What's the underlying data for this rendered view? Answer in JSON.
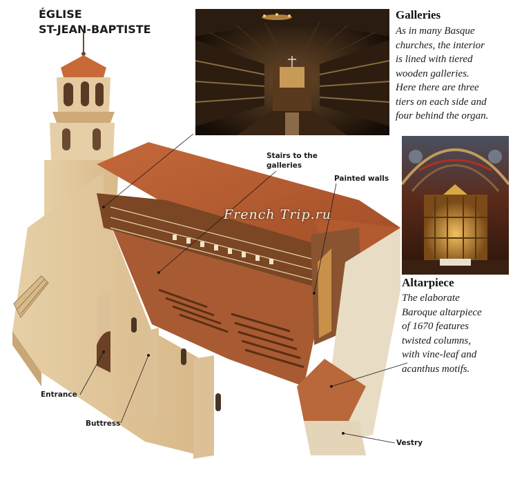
{
  "title": {
    "line1": "ÉGLISE",
    "line2": "ST-JEAN-BAPTISTE"
  },
  "watermark": "French Trip.ru",
  "galleries": {
    "heading": "Galleries",
    "lines": [
      "As in many Basque",
      "churches, the interior",
      "is lined with tiered",
      "wooden galleries.",
      "Here there are three",
      "tiers on each side and",
      "four behind the organ."
    ]
  },
  "altarpiece": {
    "heading": "Altarpiece",
    "lines": [
      "The elaborate",
      "Baroque altarpiece",
      "of 1670 features",
      "twisted columns,",
      "with vine-leaf and",
      "acanthus motifs."
    ]
  },
  "labels": {
    "stairs_line1": "Stairs to the",
    "stairs_line2": "galleries",
    "painted_walls": "Painted walls",
    "entrance": "Entrance",
    "buttress": "Buttress",
    "vestry": "Vestry"
  }
}
